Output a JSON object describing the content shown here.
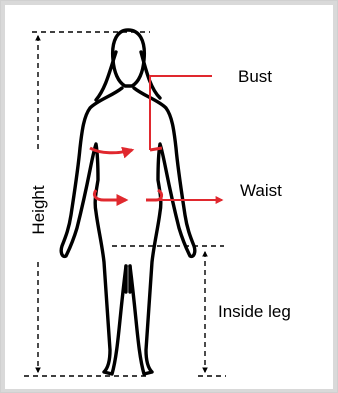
{
  "labels": {
    "height": "Height",
    "bust": "Bust",
    "waist": "Waist",
    "inside_leg": "Inside leg"
  },
  "colors": {
    "frame": "#d9d9d9",
    "panel": "#ffffff",
    "figure": "#000000",
    "pointer": "#e0282e",
    "guide": "#000000"
  }
}
